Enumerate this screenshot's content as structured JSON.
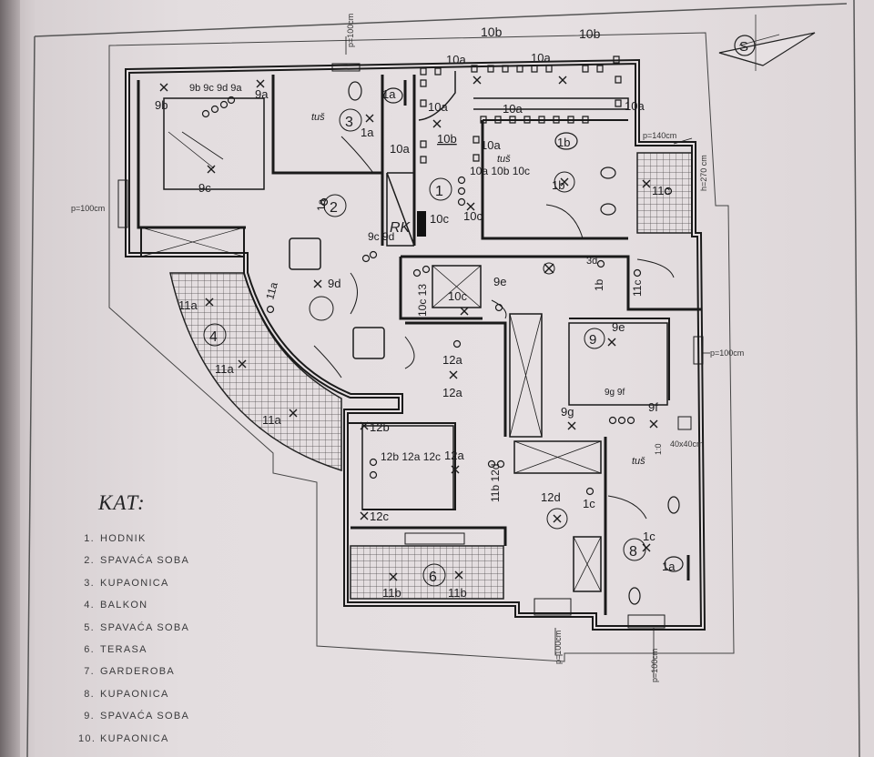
{
  "legend": {
    "title": "KAT:",
    "items": [
      {
        "num": "1.",
        "label": "HODNIK"
      },
      {
        "num": "2.",
        "label": "SPAVAĆA SOBA"
      },
      {
        "num": "3.",
        "label": "KUPAONICA"
      },
      {
        "num": "4.",
        "label": "BALKON"
      },
      {
        "num": "5.",
        "label": "SPAVAĆA SOBA"
      },
      {
        "num": "6.",
        "label": "TERASA"
      },
      {
        "num": "7.",
        "label": "GARDEROBA"
      },
      {
        "num": "8.",
        "label": "KUPAONICA"
      },
      {
        "num": "9.",
        "label": "SPAVAĆA SOBA"
      },
      {
        "num": "10.",
        "label": "KUPAONICA"
      }
    ]
  },
  "compass": {
    "label": "S"
  },
  "dimensions": {
    "p100": "p=100cm",
    "p140": "p=140cm",
    "h270": "h=270 cm",
    "sink": "40x40cm",
    "ceiling": "1:0"
  },
  "rooms": {
    "r1": "1",
    "r2": "2",
    "r3": "3",
    "r4": "4",
    "r6": "6",
    "r8": "8",
    "r9": "9"
  },
  "marks": {
    "rk": "RK",
    "tus": "tuš",
    "m10a": "10a",
    "m10b": "10b",
    "m10c": "10c",
    "m9a": "9a",
    "m9b": "9b",
    "m9c": "9c",
    "m9d": "9d",
    "m9e": "9e",
    "m9f": "9f",
    "m9g": "9g",
    "m1a": "1a",
    "m1b": "1b",
    "m1c": "1c",
    "m3d": "3d",
    "m11a": "11a",
    "m11b": "11b",
    "m11c": "11c",
    "m12a": "12a",
    "m12b": "12b",
    "m12c": "12c",
    "m12d": "12d",
    "m13": "13",
    "g9b9c9d9a": "9b 9c 9d 9a",
    "g10a10b10c": "10a 10b 10c",
    "g9c9d": "9c 9d",
    "g10c13": "10c 13",
    "g9g9f": "9g 9f",
    "g12b12a12c": "12b 12a 12c",
    "g11b12d": "11b 12d"
  }
}
